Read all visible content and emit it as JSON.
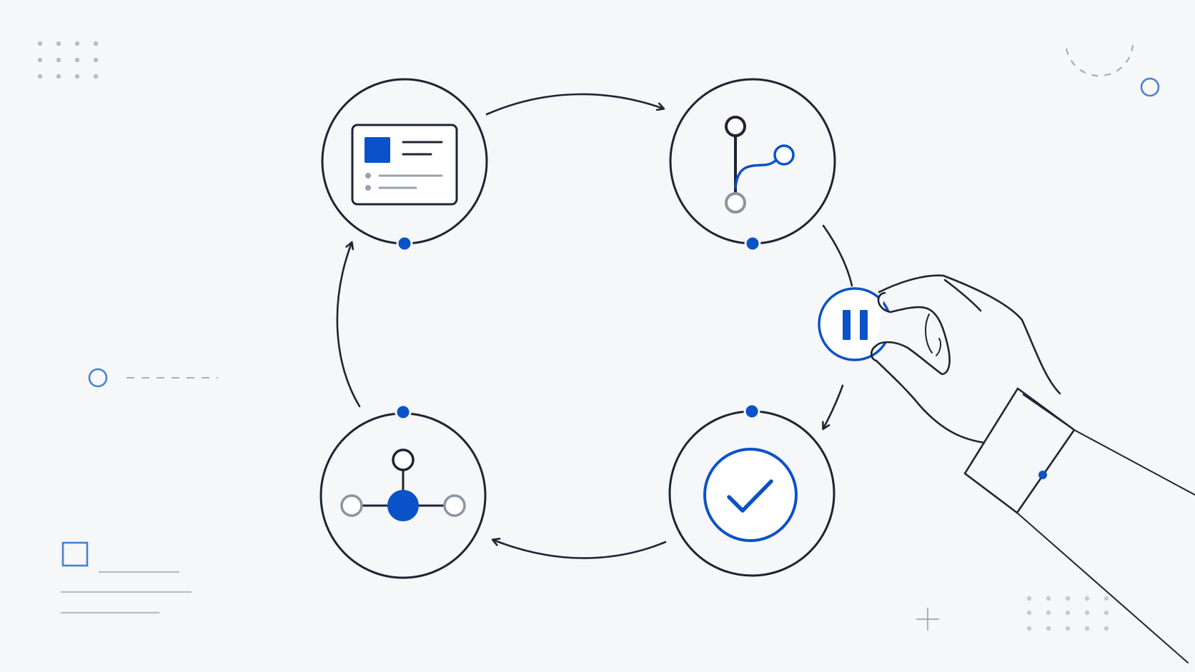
{
  "diagram": {
    "type": "cycle",
    "nodes": [
      {
        "id": "card",
        "icon": "profile-card-icon"
      },
      {
        "id": "branch",
        "icon": "git-branch-icon"
      },
      {
        "id": "check",
        "icon": "check-circle-icon"
      },
      {
        "id": "network",
        "icon": "network-hub-icon"
      }
    ],
    "edges": [
      {
        "from": "card",
        "to": "branch"
      },
      {
        "from": "branch",
        "to": "check",
        "interrupted_by": "pause-button"
      },
      {
        "from": "check",
        "to": "network"
      },
      {
        "from": "network",
        "to": "card"
      }
    ],
    "control": {
      "icon": "pause-icon",
      "held_by": "hand-illustration"
    }
  },
  "colors": {
    "background": "#f6f7f9",
    "ink": "#1f2433",
    "accent": "#0a52c8",
    "muted": "#8c93a0",
    "decor": "#c3c7cf"
  }
}
